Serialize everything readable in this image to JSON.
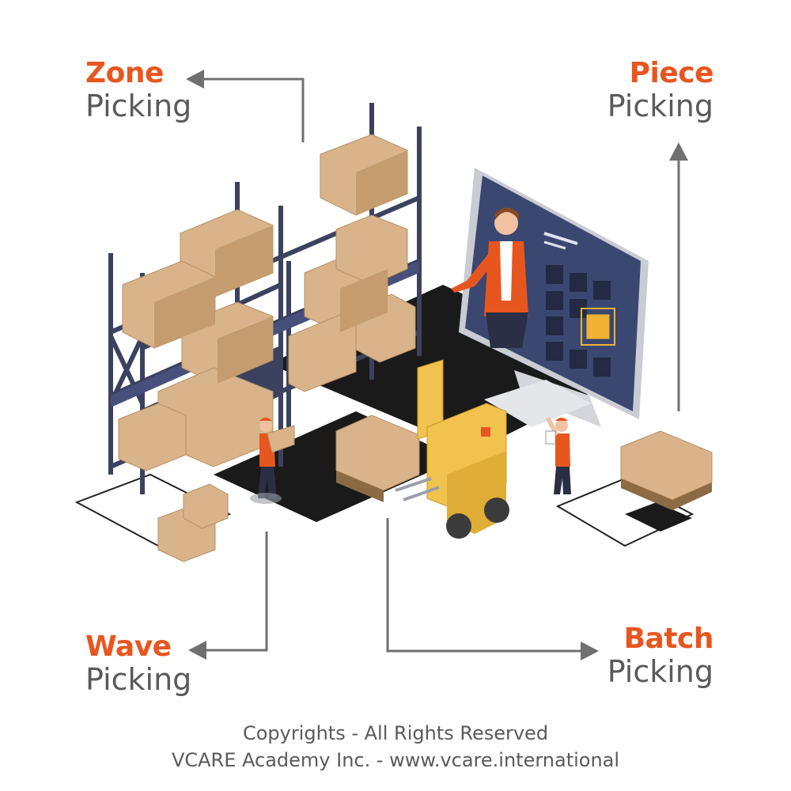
{
  "colors": {
    "accent": "#e8561f",
    "label_gray": "#5a5a5a",
    "arrow": "#707070",
    "box": "#d9b48a",
    "rack": "#3b4260",
    "screen": "#3a4770",
    "forklift": "#f2c24e"
  },
  "labels": {
    "zone": {
      "bold": "Zone",
      "regular": "Picking"
    },
    "piece": {
      "bold": "Piece",
      "regular": "Picking"
    },
    "wave": {
      "bold": "Wave",
      "regular": "Picking"
    },
    "batch": {
      "bold": "Batch",
      "regular": "Picking"
    }
  },
  "footer": {
    "line1": "Copyrights - All Rights Reserved",
    "line2": "VCARE Academy Inc. - www.vcare.international"
  },
  "illustration": {
    "icons": [
      "warehouse-rack-icon",
      "cardboard-box-icon",
      "forklift-icon",
      "monitor-icon",
      "operator-icon",
      "worker-icon"
    ]
  }
}
